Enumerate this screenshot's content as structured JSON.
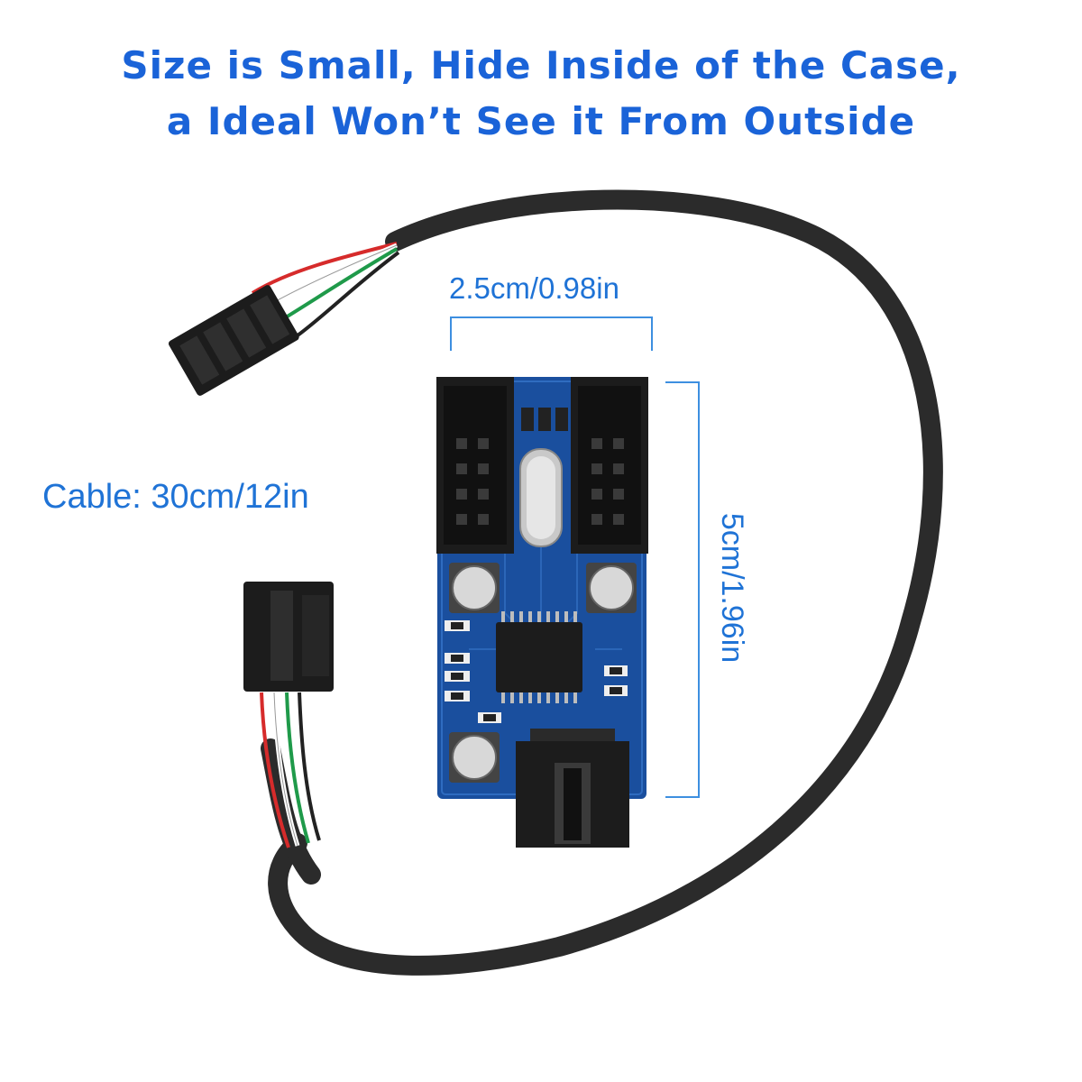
{
  "headline": {
    "line1": "Size is Small, Hide Inside of the Case,",
    "line2": "a Ideal Won’t See it From Outside"
  },
  "dimensions": {
    "width_label": "2.5cm/0.98in",
    "height_label": "5cm/1.96in",
    "cable_label": "Cable: 30cm/12in"
  },
  "colors": {
    "headline": "#1a63d8",
    "dimension_text": "#1f73d6",
    "dimension_line": "#3d8fe0",
    "pcb": "#1a4f9e",
    "cable": "#2b2b2b",
    "connector": "#1c1c1c"
  },
  "product": {
    "image_description": ""
  }
}
